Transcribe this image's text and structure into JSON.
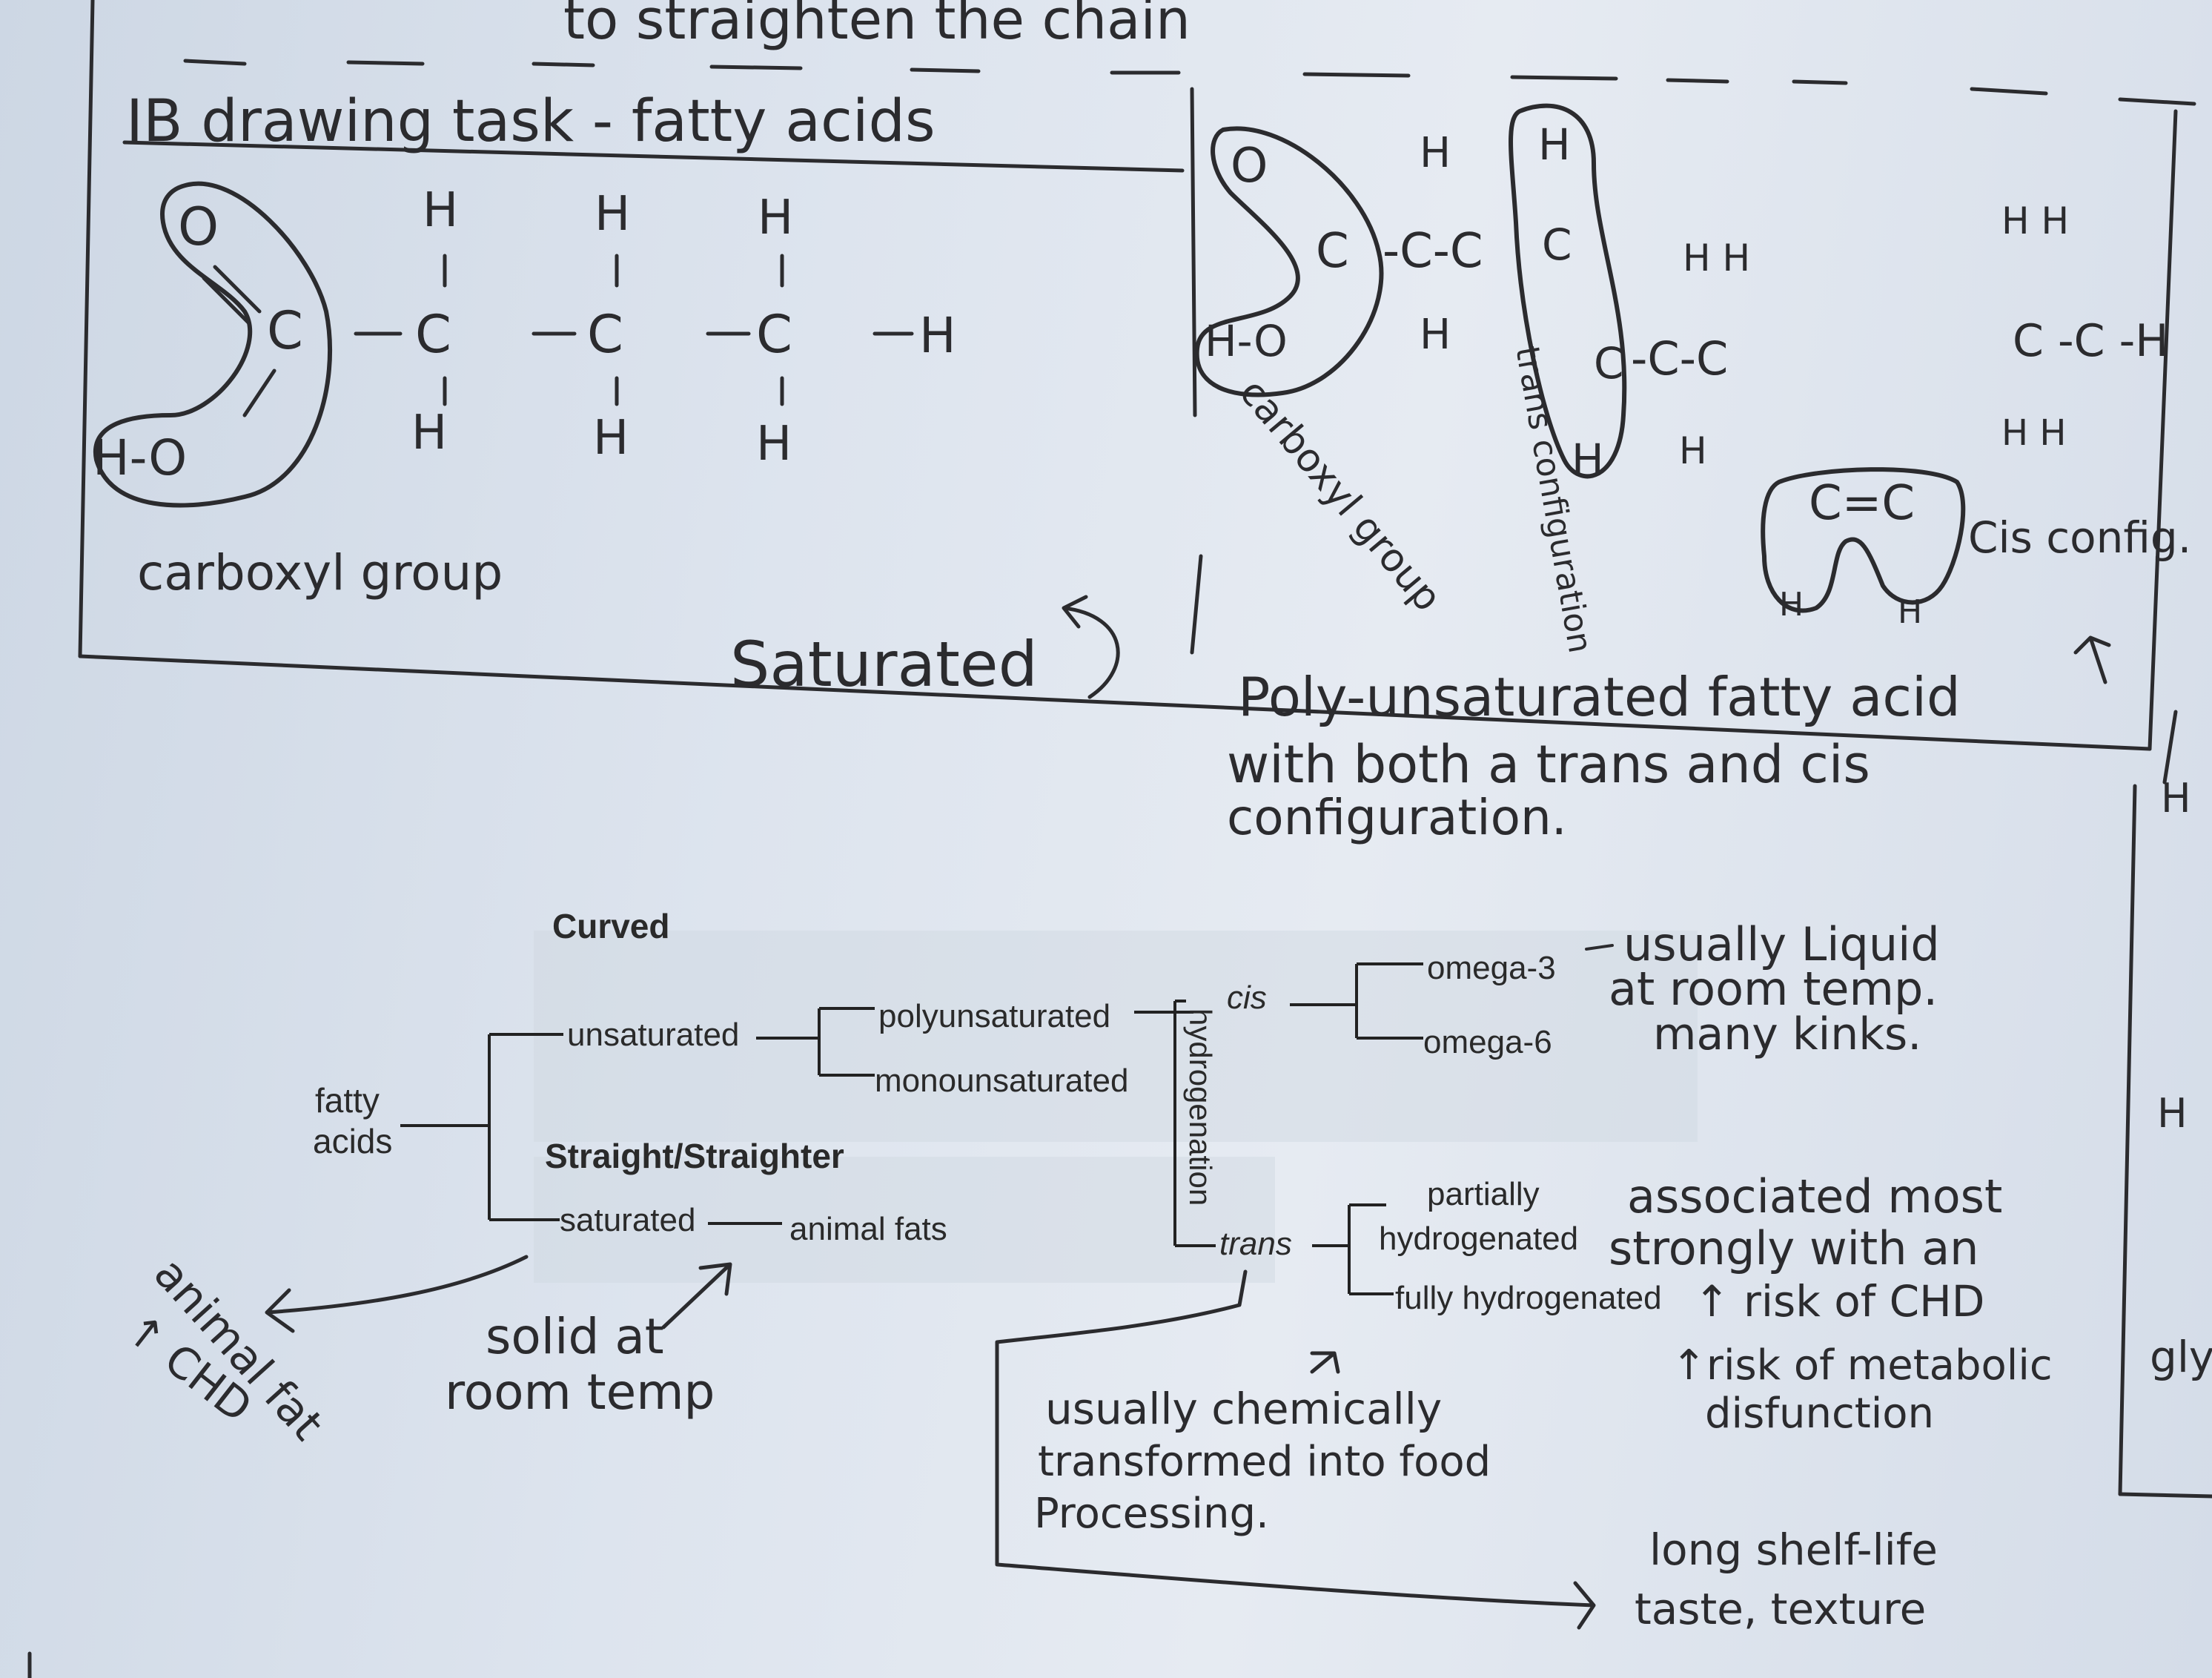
{
  "top_strip": {
    "chain_fragment": "to straighten the chain"
  },
  "heading": "IB drawing task - fatty acids",
  "saturated_drawing": {
    "carboxyl_atoms": {
      "o_top": "O",
      "c": "C",
      "ho": "H-O"
    },
    "h": "H",
    "c": "C",
    "tail": "-C -H",
    "bond_v": "I",
    "bond_h": "—",
    "carboxyl_label": "carboxyl group",
    "caption": "Saturated"
  },
  "poly_drawing": {
    "o": "O",
    "c": "C",
    "ho": "H-O",
    "chain1": "-C-C",
    "h": "H",
    "hh": "H H",
    "cc_double": "C=C",
    "cc_right": "C -C -H",
    "carboxyl_label": "carboxyl group",
    "trans_label": "trans configuration",
    "cis_label": "Cis config.",
    "caption_l1": "Poly-unsaturated fatty acid",
    "caption_l2": "with both a trans and cis",
    "caption_l3": "configuration."
  },
  "diagram": {
    "curved": "Curved",
    "straight": "Straight/Straighter",
    "fatty": "fatty",
    "acids": "acids",
    "unsaturated": "unsaturated",
    "polyunsaturated": "polyunsaturated",
    "monounsaturated": "monounsaturated",
    "saturated": "saturated",
    "animal_fats": "animal fats",
    "hydrogenation": "hydrogenation",
    "cis": "cis",
    "trans": "trans",
    "omega3": "omega-3",
    "omega6": "omega-6",
    "partially": "partially",
    "hydrogenated": "hydrogenated",
    "fully_hydrogenated": "fully hydrogenated"
  },
  "notes": {
    "liquid_l1": "usually Liquid",
    "liquid_l2": "at room temp.",
    "liquid_l3": "many kinks.",
    "assoc_l1": "associated most",
    "assoc_l2": "strongly with an",
    "assoc_l3": "↑ risk of CHD",
    "metab_l1": "↑risk of metabolic",
    "metab_l2": "disfunction",
    "solid_l1": "solid at",
    "solid_l2": "room temp",
    "animal_fat": "animal fat",
    "chd": "↑ CHD",
    "chem_l1": "usually chemically",
    "chem_l2": "transformed into food",
    "chem_l3": "Processing.",
    "shelf_l1": "long shelf-life",
    "shelf_l2": "taste, texture",
    "margin_h": "H",
    "margin_gly": "gly"
  }
}
